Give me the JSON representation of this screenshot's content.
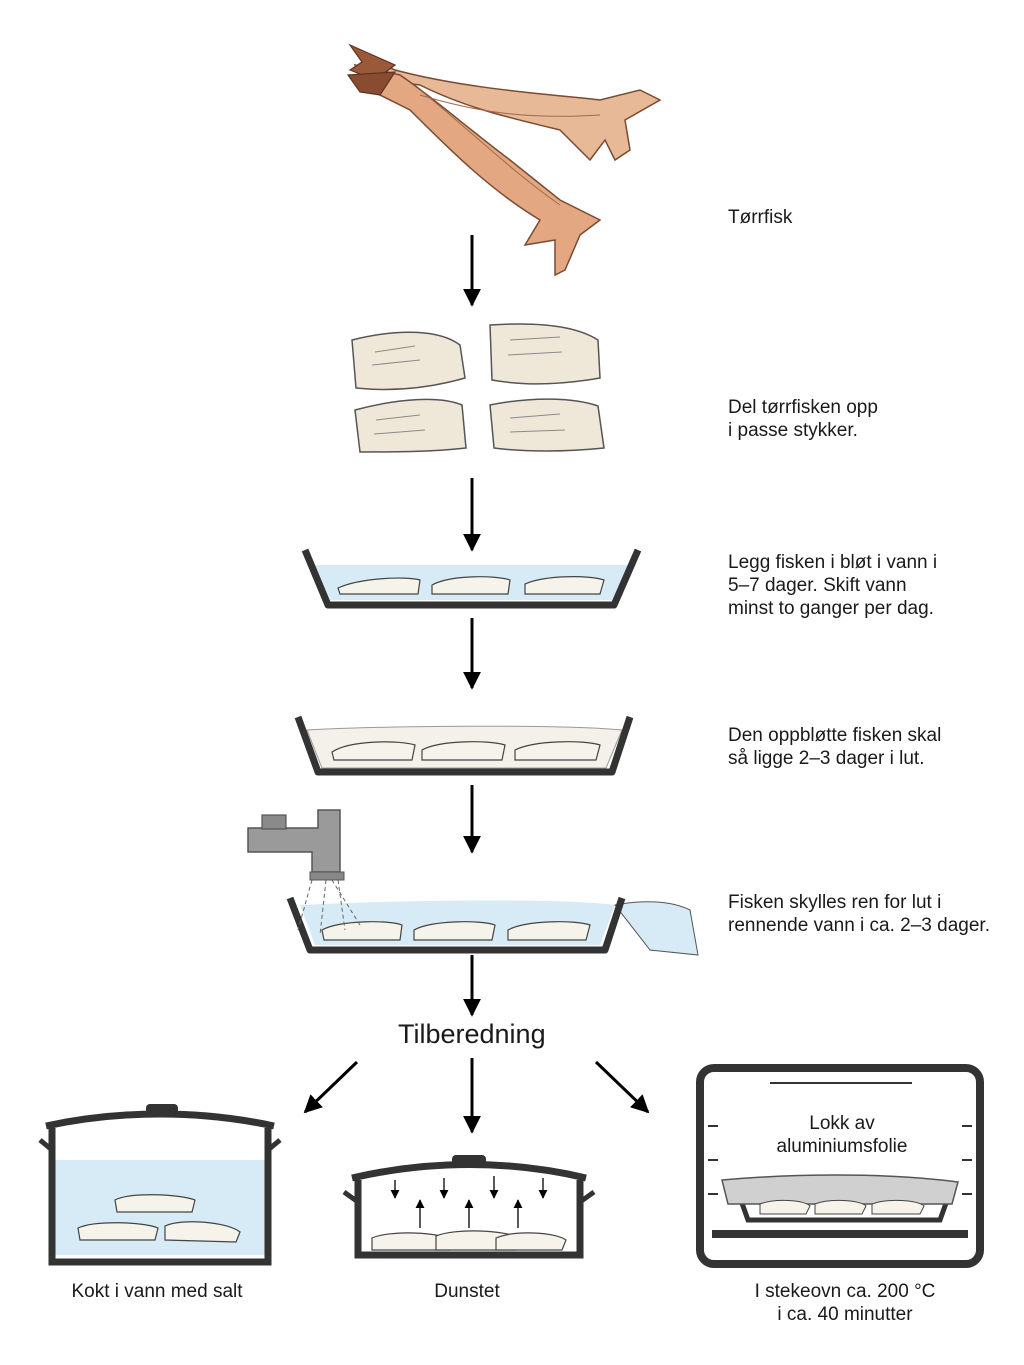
{
  "steps": [
    {
      "lines": [
        "Tørrfisk"
      ]
    },
    {
      "lines": [
        "Del tørrfisken opp",
        "i passe stykker."
      ]
    },
    {
      "lines": [
        "Legg fisken i bløt i vann i",
        "5–7 dager. Skift vann",
        "minst to ganger per dag."
      ]
    },
    {
      "lines": [
        "Den oppbløtte fisken skal",
        "så ligge 2–3 dager i lut."
      ]
    },
    {
      "lines": [
        "Fisken skylles ren for lut i",
        "rennende vann i ca. 2–3 dager."
      ]
    }
  ],
  "preparation": {
    "heading": "Tilberedning",
    "methods": [
      {
        "lines": [
          "Kokt i vann med salt"
        ]
      },
      {
        "lines": [
          "Dunstet"
        ]
      },
      {
        "lines": [
          "I stekeovn ca. 200 °C",
          "i ca. 40 minutter"
        ]
      }
    ],
    "oven_lid_label": [
      "Lokk av",
      "aluminiumsfolie"
    ]
  },
  "colors": {
    "stockfish": "#e8b996",
    "stockfish_dark": "#9a5a3a",
    "fish_piece": "#efe8d8",
    "water": "#d6ebf5",
    "lye": "#f4f1ea",
    "vessel": "#333333",
    "foil": "#d0d0d0"
  }
}
